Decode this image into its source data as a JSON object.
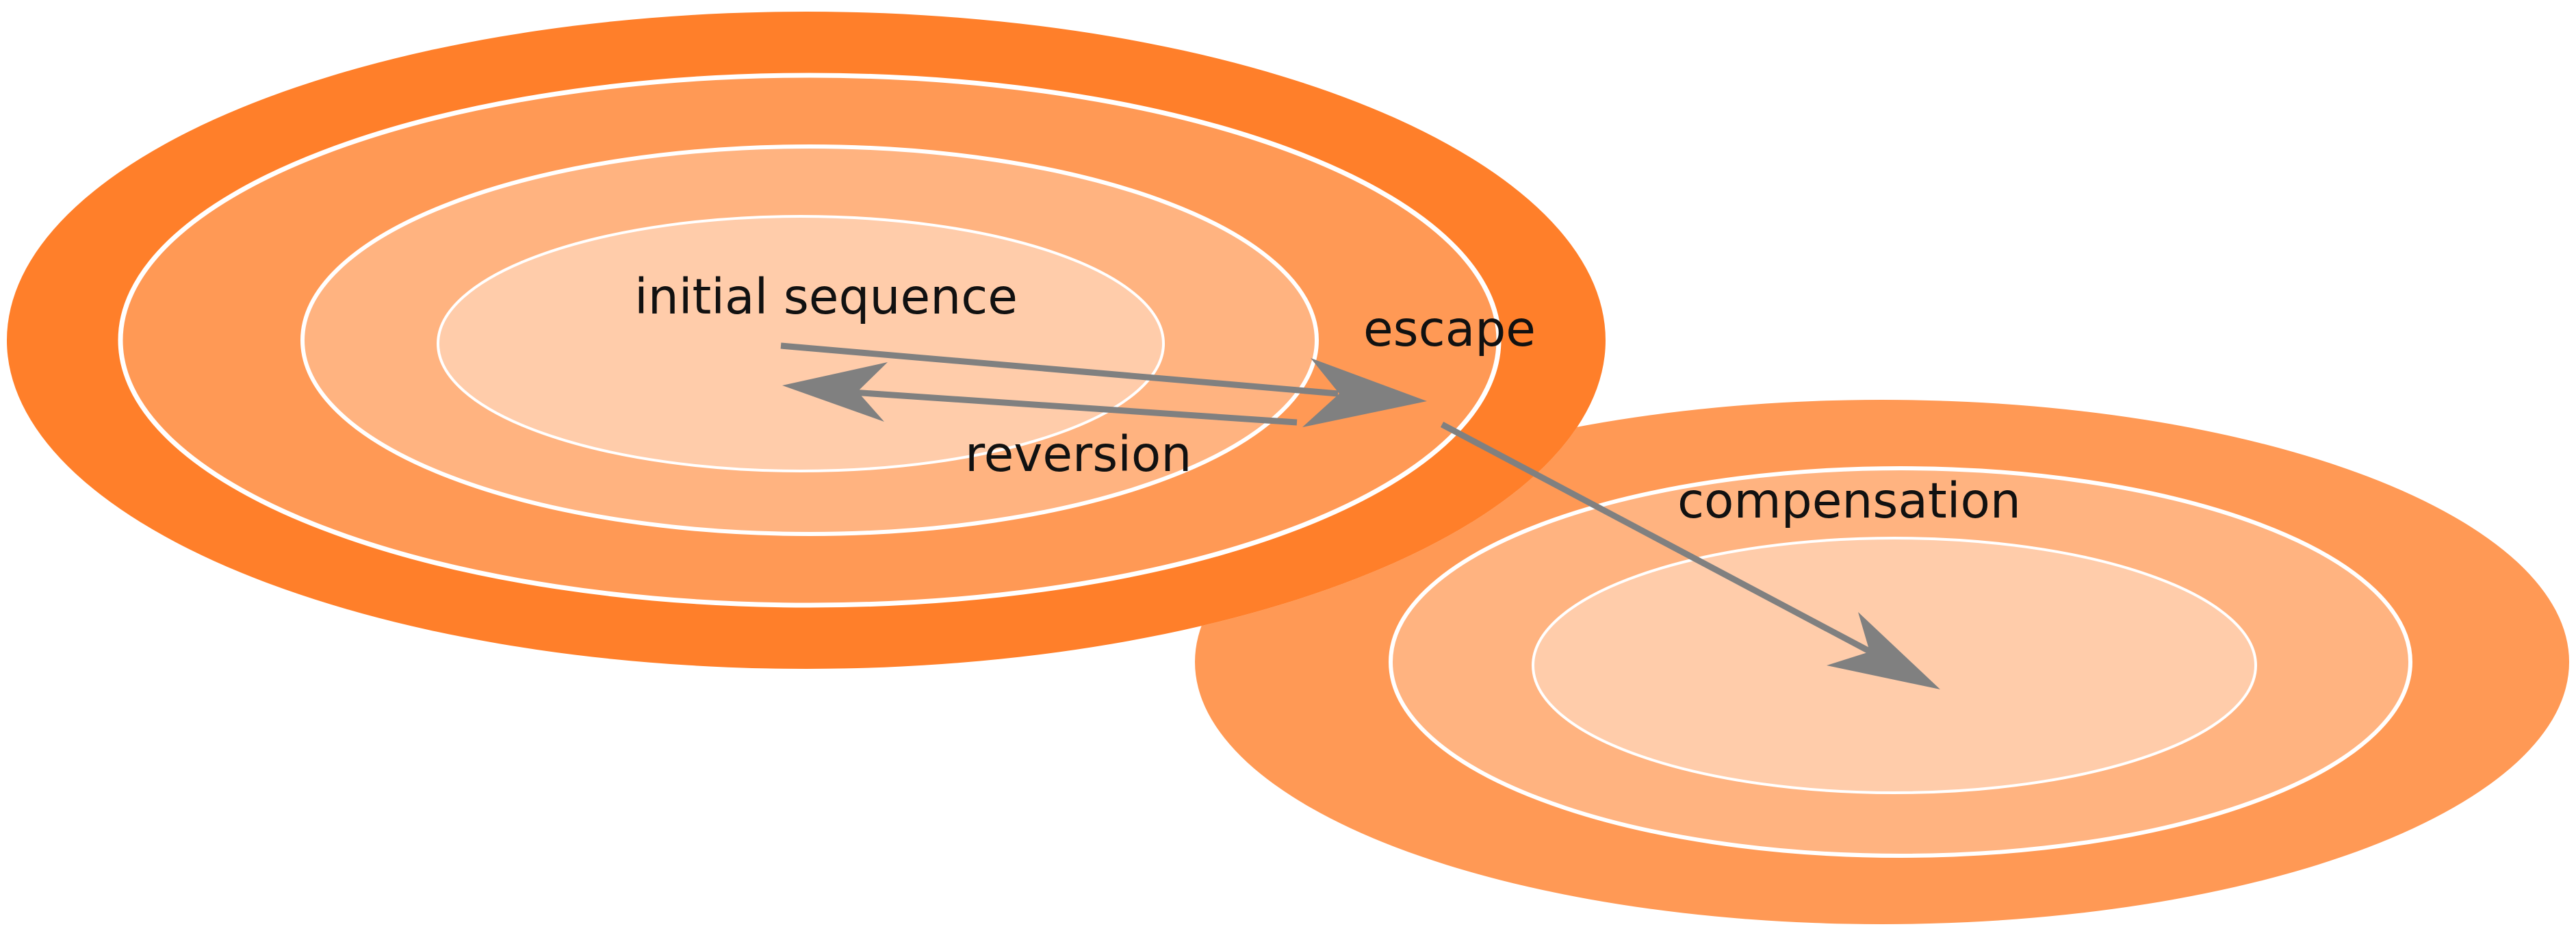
{
  "labels": {
    "initial": "initial sequence",
    "escape": "escape",
    "reversion": "reversion",
    "compensation": "compensation"
  },
  "colors": {
    "ring_outer": "#ff7f2a",
    "ring_2": "#ff9955",
    "ring_3": "#ffb380",
    "ring_core": "#ffccaa",
    "outline": "#ffffff",
    "arrow": "#808080",
    "text": "#111111"
  }
}
